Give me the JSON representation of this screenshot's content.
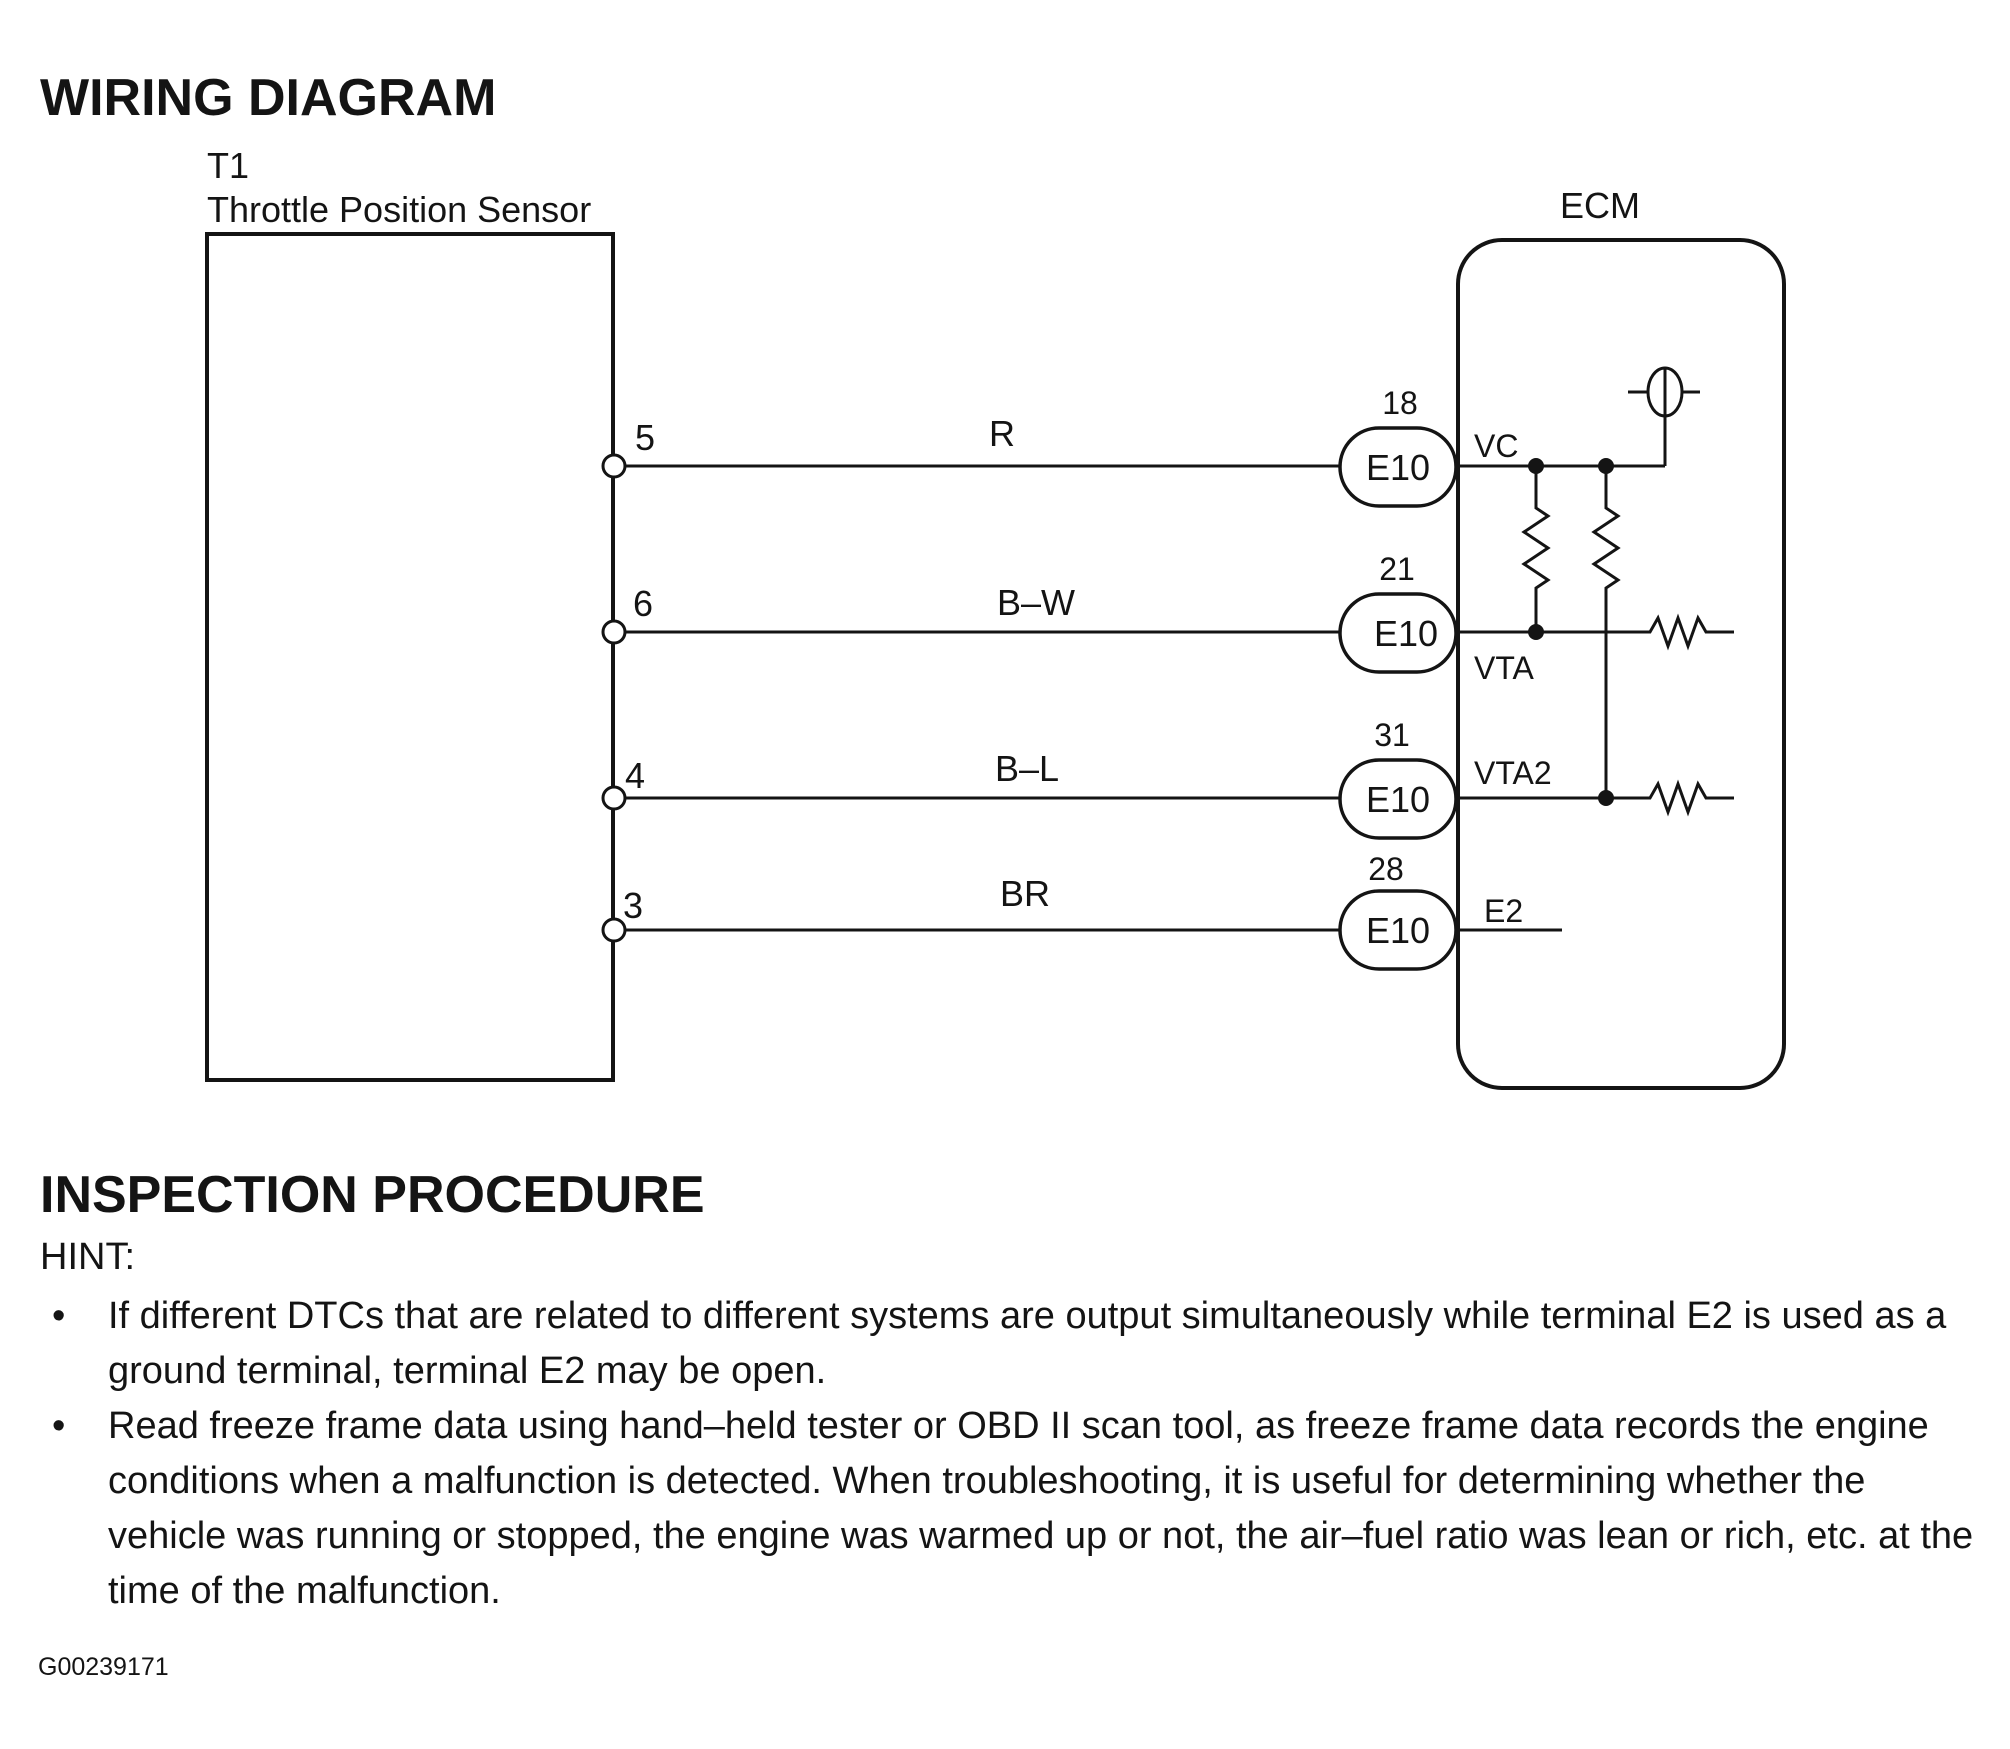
{
  "wiring_diagram": {
    "heading": "WIRING DIAGRAM",
    "sensor": {
      "code": "T1",
      "name": "Throttle Position Sensor"
    },
    "ecm": {
      "label": "ECM",
      "terminals": [
        {
          "name": "VC",
          "pin": "18",
          "connector": "E10"
        },
        {
          "name": "VTA",
          "pin": "21",
          "connector": "E10"
        },
        {
          "name": "VTA2",
          "pin": "31",
          "connector": "E10"
        },
        {
          "name": "E2",
          "pin": "28",
          "connector": "E10"
        }
      ]
    },
    "wires": [
      {
        "sensor_pin": "5",
        "color": "R",
        "ecm_terminal": "VC"
      },
      {
        "sensor_pin": "6",
        "color": "B–W",
        "ecm_terminal": "VTA"
      },
      {
        "sensor_pin": "4",
        "color": "B–L",
        "ecm_terminal": "VTA2"
      },
      {
        "sensor_pin": "3",
        "color": "BR",
        "ecm_terminal": "E2"
      }
    ]
  },
  "inspection_procedure": {
    "heading": "INSPECTION PROCEDURE",
    "hint_label": "HINT:",
    "bullet_symbol": "•",
    "items": [
      "If different DTCs that are related to different systems are output simultaneously while terminal E2 is used as a ground terminal, terminal E2 may be open.",
      "Read freeze frame data using hand–held tester or OBD II scan tool, as freeze frame data records the engine conditions when a malfunction is detected. When troubleshooting, it is useful for determining whether the vehicle was running or stopped, the engine was warmed up or not, the air–fuel ratio was lean or rich, etc. at the time of the malfunction."
    ]
  },
  "figure_id": "G00239171"
}
